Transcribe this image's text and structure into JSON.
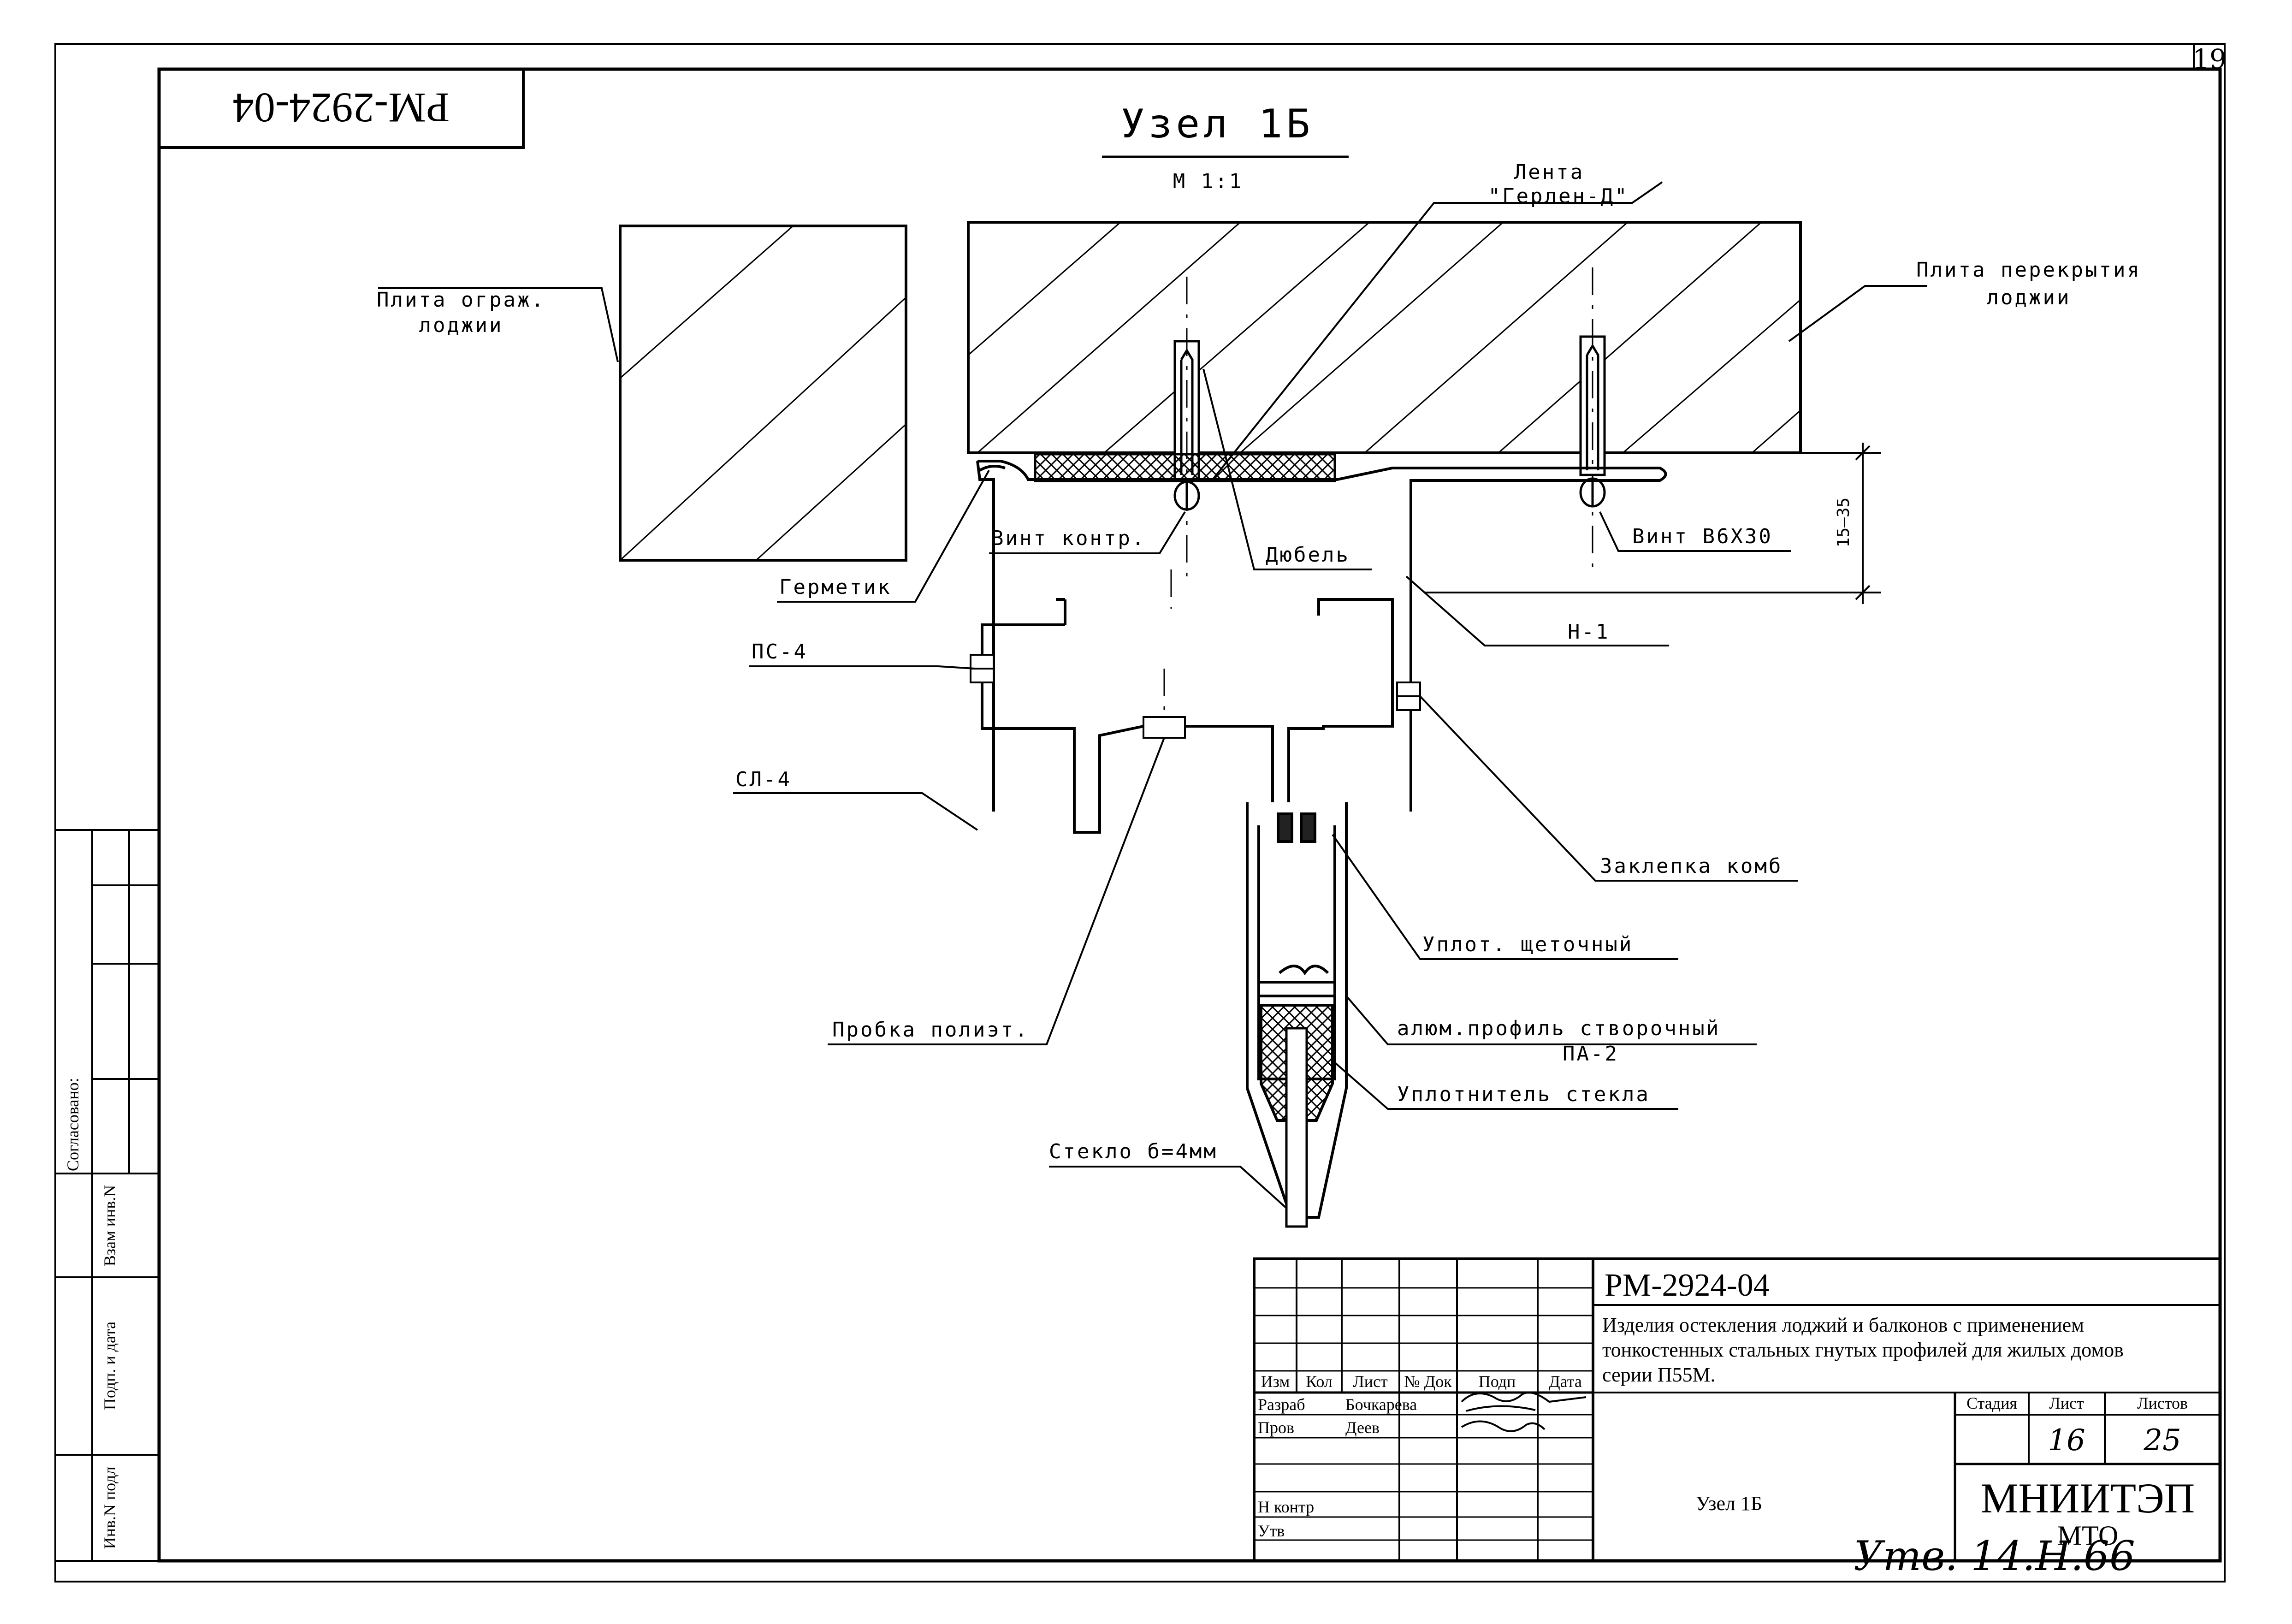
{
  "sheet_number": "19",
  "document_code": "РМ-2924-04",
  "drawing": {
    "title": "Узел 1Б",
    "scale": "М 1:1",
    "dimension": "15–35",
    "labels": {
      "lenta_line1": "Лента",
      "lenta_line2": "\"Герлен-Д\"",
      "plita_ograzh_line1": "Плита ограж.",
      "plita_ograzh_line2": "лоджии",
      "plita_perekr_line1": "Плита перекрытия",
      "plita_perekr_line2": "лоджии",
      "vint_kontr": "Винт контр.",
      "dyubel": "Дюбель",
      "vint_b6x30": "Винт В6Х30",
      "germetik": "Герметик",
      "n1": "Н-1",
      "ps4": "ПС-4",
      "sl4": "СЛ-4",
      "zaklepka": "Заклепка комб",
      "uplot_shchet": "Уплот. щеточный",
      "probka": "Пробка полиэт.",
      "alum_line1": "алюм.профиль створочный",
      "alum_line2": "ПА-2",
      "uplotnitel": "Уплотнитель стекла",
      "steklo": "Стекло б=4мм"
    }
  },
  "side_stamp": {
    "soglasovano": "Согласовано:",
    "vzam_inv": "Взам инв.N",
    "podp_data": "Подп. и дата",
    "inv_podl": "Инв.N подл"
  },
  "title_block": {
    "code": "РМ-2924-04",
    "description_line1": "Изделия остекления лоджий и балконов с применением",
    "description_line2": "тонкостенных стальных гнутых профилей для жилых домов",
    "description_line3": "серии П55М.",
    "col_headers": [
      "Изм",
      "Кол",
      "Лист",
      "№ Док",
      "Подп",
      "Дата"
    ],
    "rows": [
      {
        "role": "Разраб",
        "name": "Бочкарева"
      },
      {
        "role": "Пров",
        "name": "Деев"
      },
      {
        "role": "Н контр",
        "name": ""
      },
      {
        "role": "Утв",
        "name": ""
      }
    ],
    "stage_label": "Стадия",
    "sheet_label": "Лист",
    "sheets_label": "Листов",
    "stage_value": "",
    "sheet_value": "16",
    "sheets_value": "25",
    "node_name": "Узел 1Б",
    "org_line1": "МНИИТЭП",
    "org_line2": "МТО",
    "handwritten_note": "Утв. 14.Н.66"
  }
}
